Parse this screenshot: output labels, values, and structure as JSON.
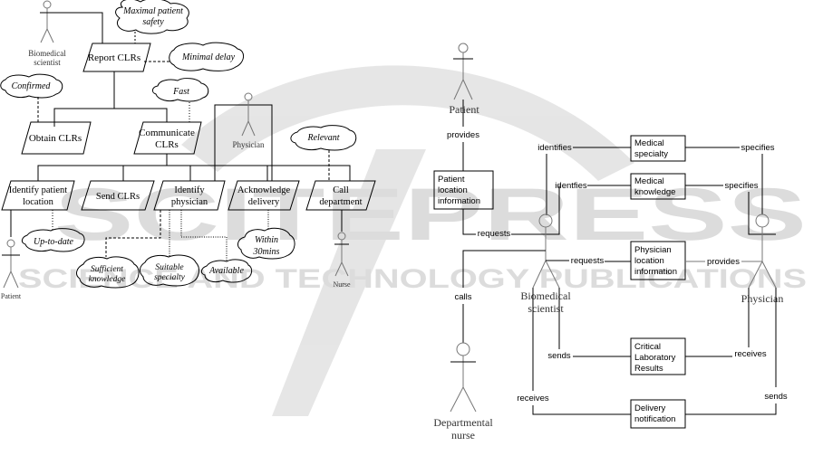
{
  "watermark": {
    "main": "SCITEPRESS",
    "sub": "SCIENCE AND TECHNOLOGY PUBLICATIONS",
    "color": "#d9d9d9"
  },
  "goal_model": {
    "actors": {
      "biomedical_scientist": [
        "Biomedical",
        "scientist"
      ],
      "physician": "Physician",
      "patient": "Patient",
      "nurse": "Nurse"
    },
    "goals": {
      "report": "Report CLRs",
      "obtain": "Obtain CLRs",
      "communicate": [
        "Communicate",
        "CLRs"
      ],
      "identify_location": [
        "Identify patient",
        "location"
      ],
      "send": "Send CLRs",
      "identify_physician": [
        "Identify",
        "physician"
      ],
      "acknowledge": [
        "Acknowledge",
        "delivery"
      ],
      "call": [
        "Call",
        "department"
      ]
    },
    "softgoals": {
      "maximal_safety": [
        "Maximal patient",
        "safety"
      ],
      "minimal_delay": "Minimal delay",
      "confirmed": "Confirmed",
      "fast": "Fast",
      "relevant": "Relevant",
      "up_to_date": "Up-to-date",
      "sufficient_knowledge": [
        "Sufficient",
        "knowledge"
      ],
      "suitable_specialty": [
        "Suitable",
        "specialty"
      ],
      "available": "Available",
      "within_30": [
        "Within",
        "30mins"
      ]
    }
  },
  "dependency_model": {
    "actors": {
      "patient": "Patient",
      "biomedical_scientist": [
        "Biomedical",
        "scientist"
      ],
      "physician": "Physician",
      "nurse": [
        "Departmental",
        "nurse"
      ]
    },
    "resources": {
      "patient_location": [
        "Patient",
        "location",
        "information"
      ],
      "medical_specialty": [
        "Medical",
        "specialty"
      ],
      "medical_knowledge": [
        "Medical",
        "knowledge"
      ],
      "physician_location": [
        "Physician",
        "location",
        "information"
      ],
      "clr": [
        "Critical",
        "Laboratory",
        "Results"
      ],
      "delivery": [
        "Delivery",
        "notification"
      ]
    },
    "labels": {
      "provides": "provides",
      "identifies": "identifies",
      "identfies": "identfies",
      "specifies": "specifies",
      "requests": "requests",
      "calls": "calls",
      "sends": "sends",
      "receives": "receives"
    }
  }
}
